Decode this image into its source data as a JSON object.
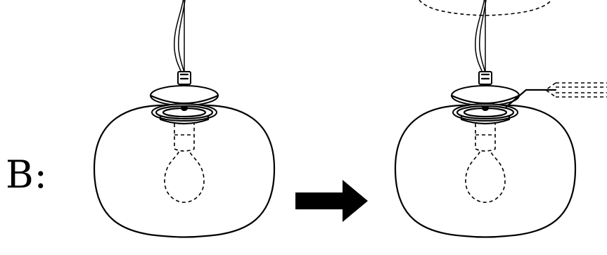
{
  "step": {
    "label": "B:"
  },
  "panels": [
    {
      "name": "before",
      "shows_callout": false
    },
    {
      "name": "after",
      "shows_callout": true
    }
  ],
  "arrow": {
    "direction": "right",
    "color": "#000000"
  }
}
